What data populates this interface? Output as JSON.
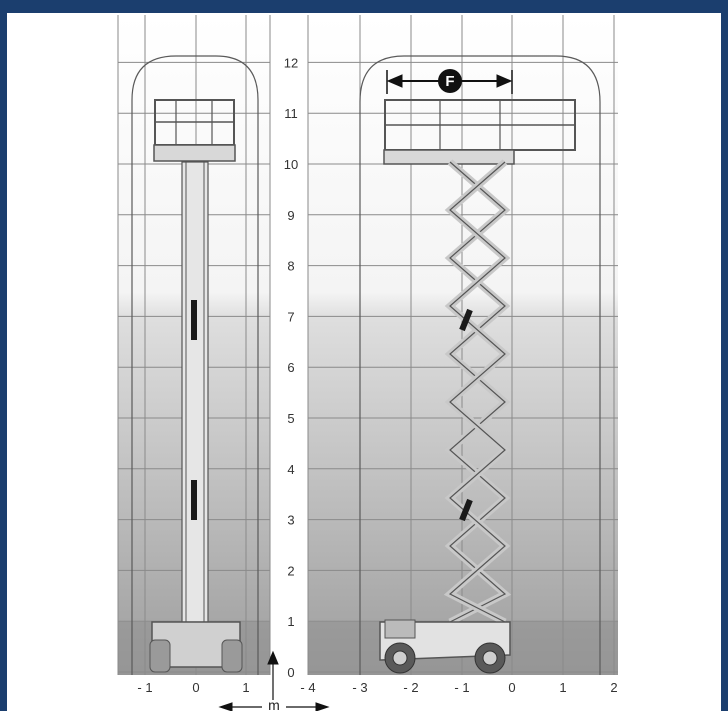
{
  "diagram": {
    "height_labels": [
      "12",
      "11",
      "10",
      "9",
      "8",
      "7",
      "6",
      "5",
      "4",
      "3",
      "2",
      "1",
      "0"
    ],
    "front_x_labels": [
      "- 1",
      "0",
      "1"
    ],
    "side_x_labels": [
      "- 4",
      "- 3",
      "- 2",
      "- 1",
      "0",
      "1",
      "2"
    ],
    "unit_label": "m",
    "dimension_badge": "F",
    "colors": {
      "frame": "#1b3e6e",
      "grid": "#8a8a8a",
      "gradient_top": "#ffffff",
      "gradient_bottom": "#9c9c9c",
      "machine": "#6a6a6a"
    }
  }
}
